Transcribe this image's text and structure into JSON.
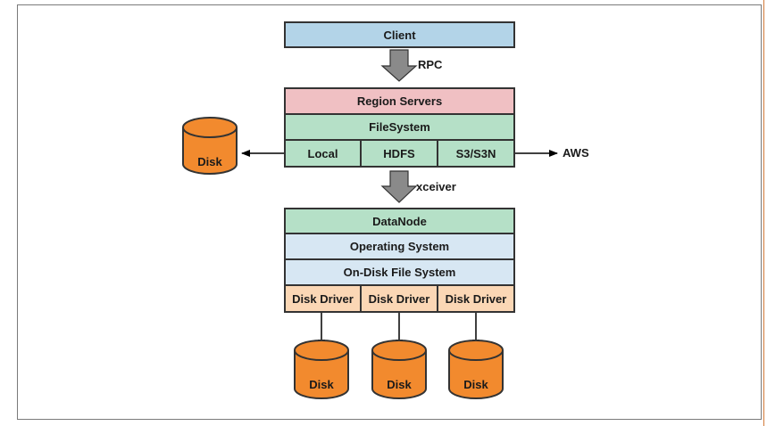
{
  "colors": {
    "client": "#b3d4e8",
    "region": "#f0c0c3",
    "green": "#b5e0c7",
    "os": "#d7e7f3",
    "driver": "#fbd7b5",
    "disk": "#f28a2e",
    "arrow": "#8a8a8a"
  },
  "client": "Client",
  "rpc_label": "RPC",
  "region_servers": "Region Servers",
  "filesystem": "FileSystem",
  "fs_local": "Local",
  "fs_hdfs": "HDFS",
  "fs_s3": "S3/S3N",
  "aws_label": "AWS",
  "xceiver_label": "xceiver",
  "datanode": "DataNode",
  "operating_system": "Operating System",
  "on_disk_fs": "On-Disk File System",
  "disk_drivers": [
    "Disk Driver",
    "Disk Driver",
    "Disk Driver"
  ],
  "disk_label": "Disk"
}
